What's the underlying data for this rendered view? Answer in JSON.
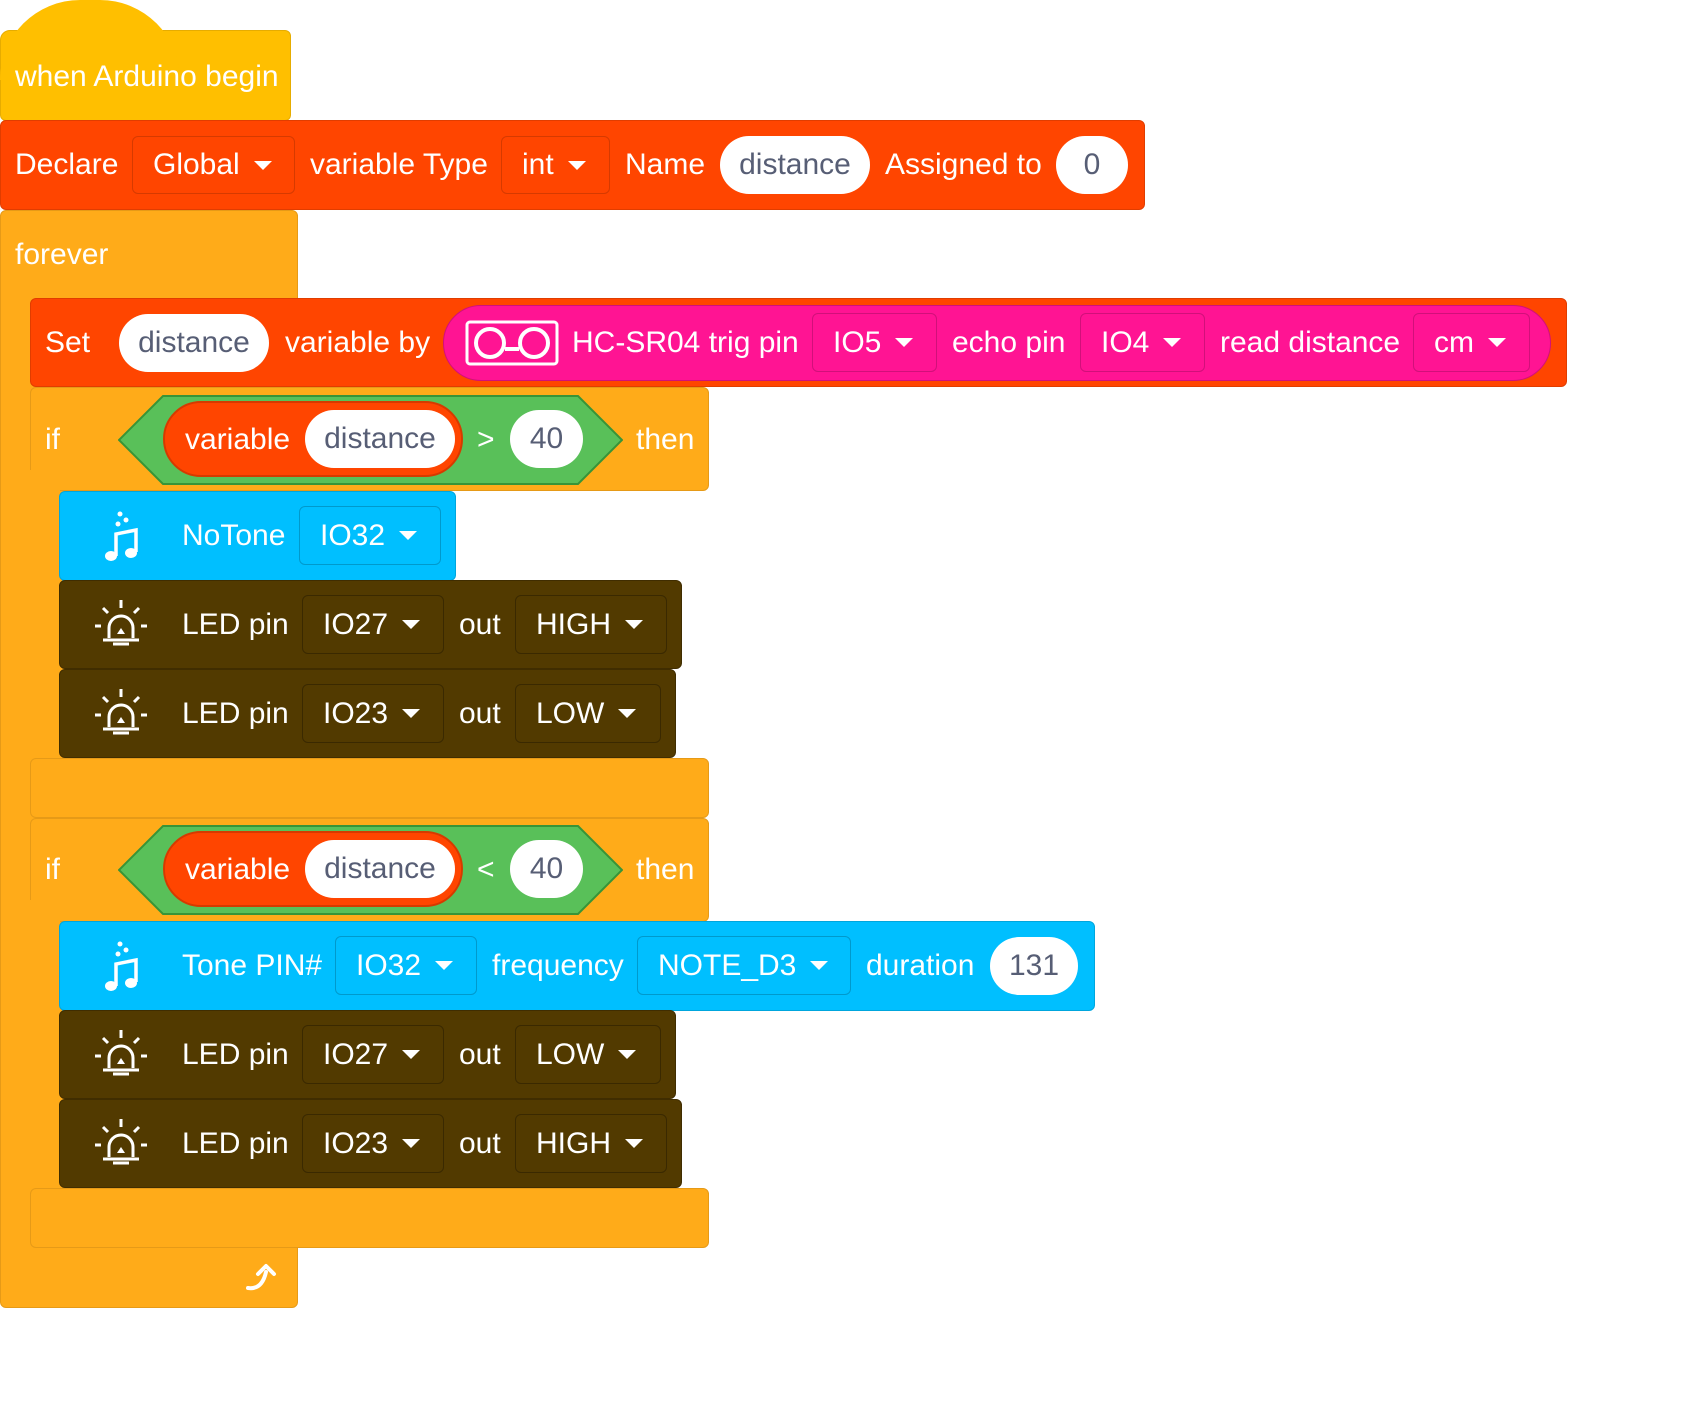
{
  "hat": {
    "label": "when Arduino begin"
  },
  "declare": {
    "label": "Declare",
    "scope": "Global",
    "type_label": "variable Type",
    "type": "int",
    "name_label": "Name",
    "name": "distance",
    "assign_label": "Assigned to",
    "value": "0"
  },
  "forever": {
    "label": "forever"
  },
  "set": {
    "label": "Set",
    "variable": "distance",
    "by_label": "variable by",
    "sensor_label": "HC-SR04 trig pin",
    "trig": "IO5",
    "echo_label": "echo pin",
    "echo": "IO4",
    "read_label": "read distance",
    "unit": "cm"
  },
  "if1": {
    "if_label": "if",
    "var_label": "variable",
    "variable": "distance",
    "op": ">",
    "value": "40",
    "then_label": "then",
    "notone": {
      "label": "NoTone",
      "pin": "IO32"
    },
    "led1": {
      "label": "LED pin",
      "pin": "IO27",
      "out_label": "out",
      "state": "HIGH"
    },
    "led2": {
      "label": "LED pin",
      "pin": "IO23",
      "out_label": "out",
      "state": "LOW"
    }
  },
  "if2": {
    "if_label": "if",
    "var_label": "variable",
    "variable": "distance",
    "op": "<",
    "value": "40",
    "then_label": "then",
    "tone": {
      "label": "Tone PIN#",
      "pin": "IO32",
      "freq_label": "frequency",
      "freq": "NOTE_D3",
      "dur_label": "duration",
      "duration": "131"
    },
    "led1": {
      "label": "LED pin",
      "pin": "IO27",
      "out_label": "out",
      "state": "LOW"
    },
    "led2": {
      "label": "LED pin",
      "pin": "IO23",
      "out_label": "out",
      "state": "HIGH"
    }
  }
}
